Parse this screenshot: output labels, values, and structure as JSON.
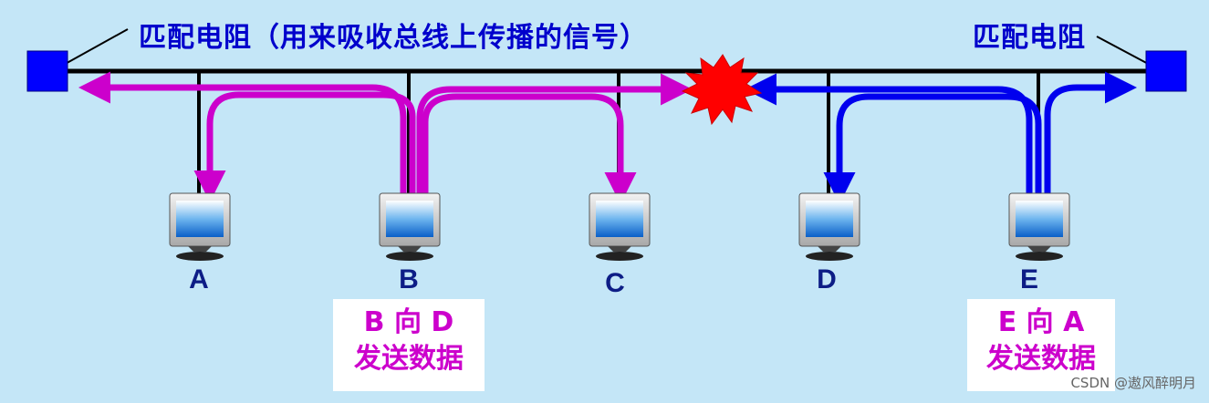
{
  "diagram": {
    "title_left": "匹配电阻（用来吸收总线上传播的信号）",
    "title_right": "匹配电阻",
    "stations": [
      {
        "id": "A",
        "label": "A"
      },
      {
        "id": "B",
        "label": "B"
      },
      {
        "id": "C",
        "label": "C"
      },
      {
        "id": "D",
        "label": "D"
      },
      {
        "id": "E",
        "label": "E"
      }
    ],
    "caption_b": {
      "line1": "B 向 D",
      "line2": "发送数据"
    },
    "caption_e": {
      "line1": "E 向 A",
      "line2": "发送数据"
    },
    "watermark": "CSDN @遨风醉明月"
  },
  "colors": {
    "background": "#c4e6f7",
    "bus": "#000000",
    "terminator": "#0000ff",
    "signal_b": "#cc00cc",
    "signal_e": "#0000ee",
    "collision": "#ff0000",
    "title": "#0000cc",
    "station_label": "#0d1d86",
    "caption": "#cc00cc"
  }
}
